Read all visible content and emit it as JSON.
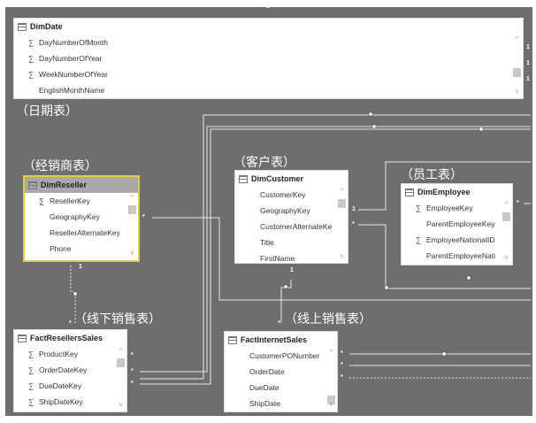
{
  "tables": {
    "dimdate": {
      "name": "DimDate",
      "label": "（日期表）",
      "fields": [
        {
          "n": "DayNumberOfMonth",
          "s": "∑"
        },
        {
          "n": "DayNumberOfYear",
          "s": "∑"
        },
        {
          "n": "WeekNumberOfYear",
          "s": "∑"
        },
        {
          "n": "EnglishMonthName",
          "s": ""
        }
      ]
    },
    "dimreseller": {
      "name": "DimReseller",
      "label": "（经销商表）",
      "fields": [
        {
          "n": "ResellerKey",
          "s": "∑"
        },
        {
          "n": "GeographyKey",
          "s": ""
        },
        {
          "n": "ResellerAlternateKey",
          "s": ""
        },
        {
          "n": "Phone",
          "s": ""
        }
      ]
    },
    "dimcustomer": {
      "name": "DimCustomer",
      "label": "（客户表）",
      "fields": [
        {
          "n": "CustomerKey",
          "s": ""
        },
        {
          "n": "GeographyKey",
          "s": ""
        },
        {
          "n": "CustomerAlternateKe",
          "s": ""
        },
        {
          "n": "Title",
          "s": ""
        },
        {
          "n": "FirstName",
          "s": ""
        }
      ]
    },
    "dimemployee": {
      "name": "DimEmployee",
      "label": "（员工表）",
      "fields": [
        {
          "n": "EmployeeKey",
          "s": "∑"
        },
        {
          "n": "ParentEmployeeKey",
          "s": ""
        },
        {
          "n": "EmployeeNationalID",
          "s": "∑"
        },
        {
          "n": "ParentEmployeeNati",
          "s": ""
        }
      ]
    },
    "factresellerssales": {
      "name": "FactResellersSales",
      "label": "（线下销售表）",
      "fields": [
        {
          "n": "ProductKey",
          "s": "∑"
        },
        {
          "n": "OrderDateKey",
          "s": "∑"
        },
        {
          "n": "DueDateKey",
          "s": "∑"
        },
        {
          "n": "ShipDateKey",
          "s": "∑"
        }
      ]
    },
    "factinternetsales": {
      "name": "FactInternetSales",
      "label": "（线上销售表）",
      "fields": [
        {
          "n": "CustomerPONumber",
          "s": ""
        },
        {
          "n": "OrderDate",
          "s": ""
        },
        {
          "n": "DueDate",
          "s": ""
        },
        {
          "n": "ShipDate",
          "s": ""
        }
      ]
    }
  },
  "cardinality": {
    "one": "1",
    "many": "*"
  },
  "colors": {
    "canvas": "#6e6e6e",
    "selected": "#e3c94a"
  }
}
